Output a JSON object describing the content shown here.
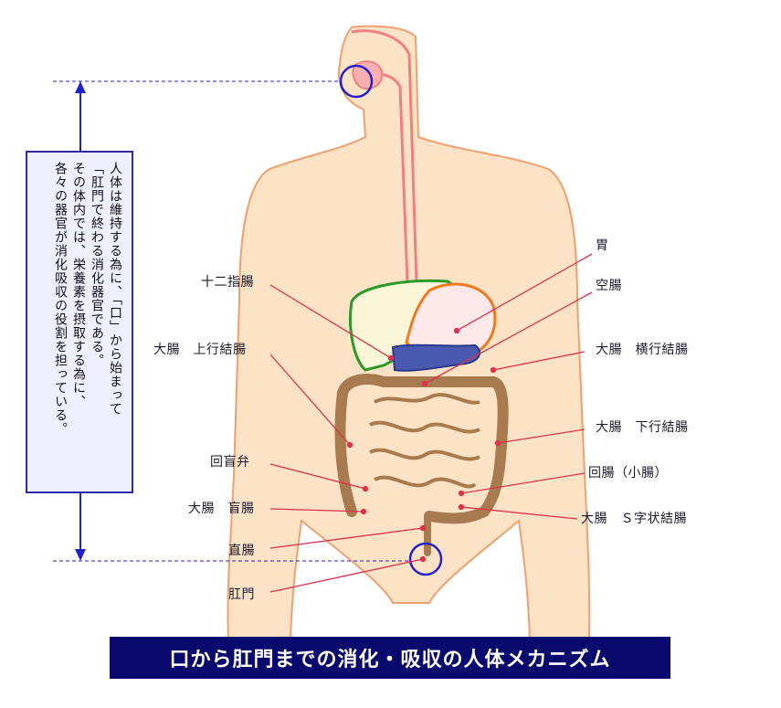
{
  "title": "口から肛門までの消化・吸収の人体メカニズム",
  "note": {
    "lines": [
      "人体は維持する為に、「口」から始まって",
      "「肛門で終わる消化器官である。",
      "その体内では、栄養素を摂取する為に、",
      "各々の器官が消化吸収の役割を担っている。"
    ]
  },
  "labels": {
    "stomach": "胃",
    "jejunum": "空腸",
    "transverse_colon": "大腸　横行結腸",
    "descending_colon": "大腸　下行結腸",
    "ileum": "回腸（小腸）",
    "sigmoid_colon": "大腸　Ｓ字状結腸",
    "duodenum": "十二指腸",
    "ascending_colon": "大腸　上行結腸",
    "ileocecal_valve": "回盲弁",
    "cecum": "大腸　盲腸",
    "rectum": "直腸",
    "anus": "肛門"
  },
  "colors": {
    "skin": "#fde3c6",
    "skin_outline": "#f0a070",
    "leader_line": "#e0304a",
    "esophagus": "#f08080",
    "liver": "#2a9a2a",
    "stomach": "#f07820",
    "intestine": "#a87a50",
    "marker": "#2222cc",
    "title_bg": "#0a0a6e"
  }
}
